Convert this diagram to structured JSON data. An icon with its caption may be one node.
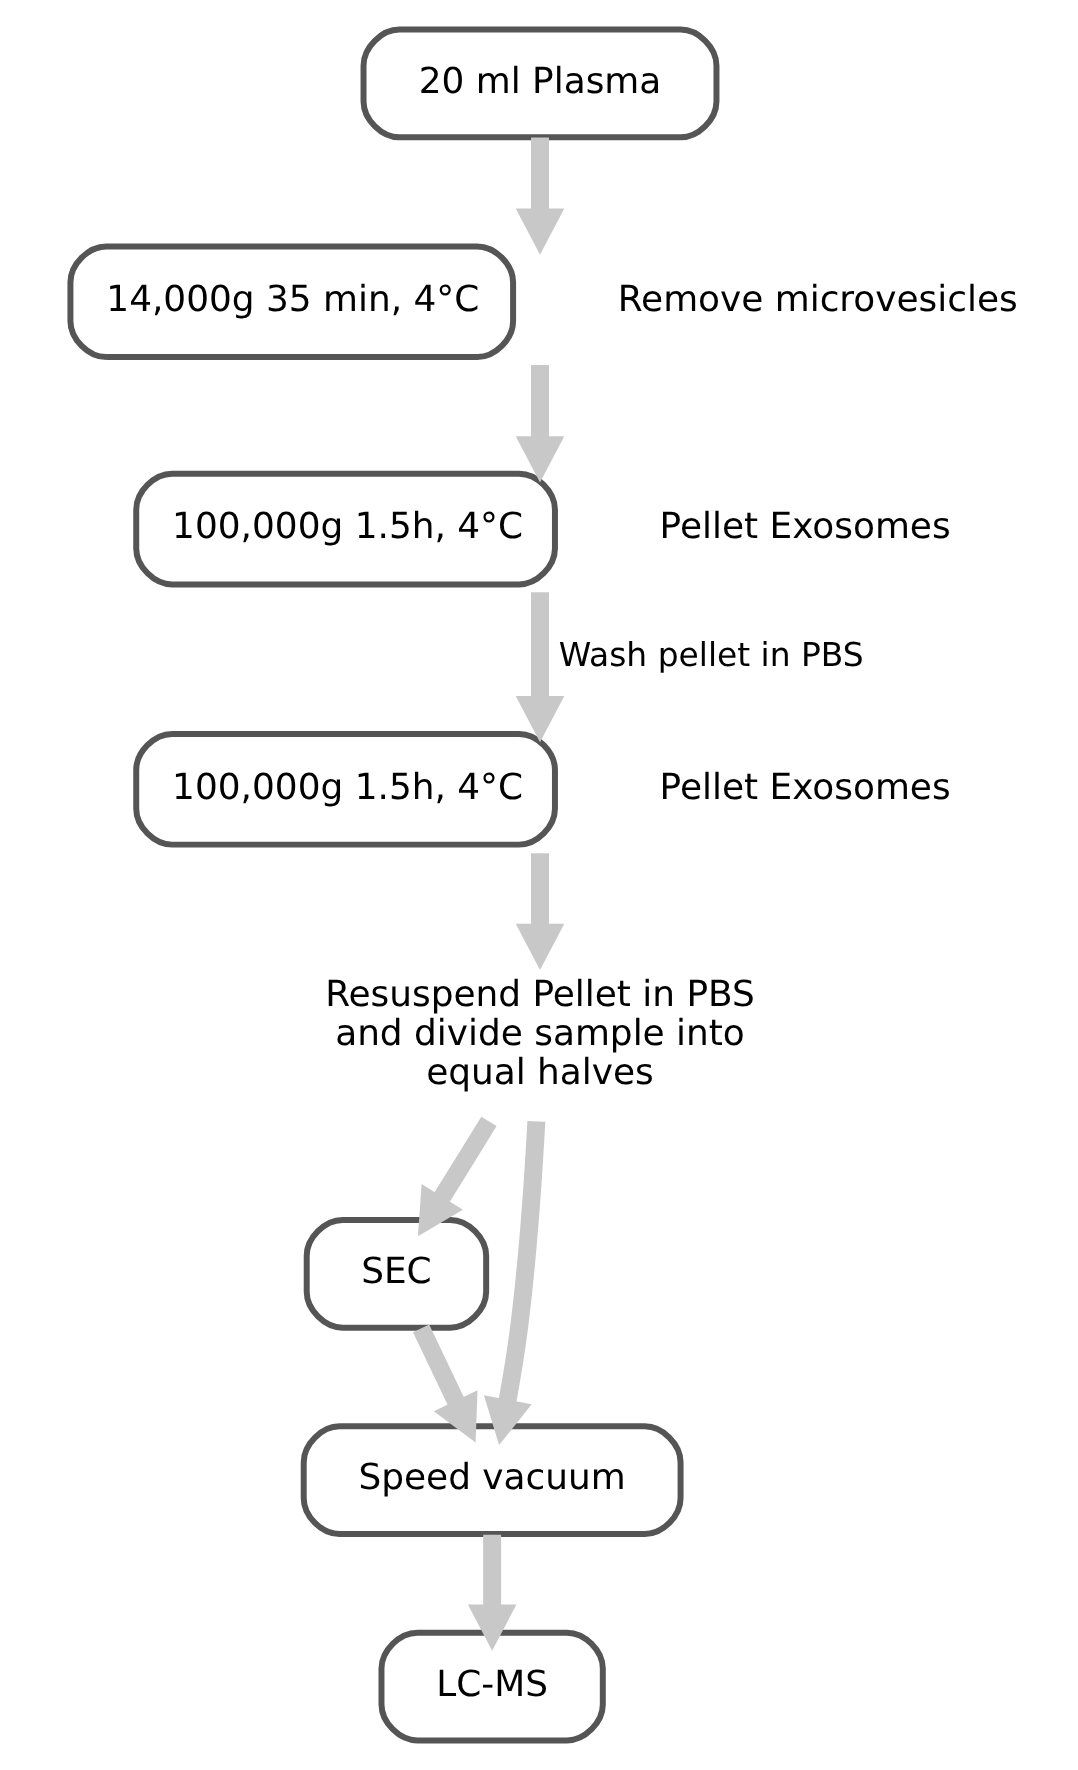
{
  "diagram": {
    "nodes": [
      {
        "text": [
          "20 ml Plasma"
        ]
      },
      {
        "text": [
          "14,000g 35 min, 4°C"
        ],
        "beside": [
          "Remove microvesicles"
        ]
      },
      {
        "text": [
          "100,000g 1.5h, 4°C"
        ],
        "beside": [
          "Pellet Exosomes"
        ]
      },
      {
        "text": [
          "100,000g 1.5h, 4°C"
        ],
        "beside": [
          "Pellet Exosomes"
        ]
      },
      {
        "text": [
          "Resuspend Pellet in PBS and divide sample into equal halves"
        ]
      },
      {
        "text": [
          "SEC"
        ]
      },
      {
        "text": [
          "Speed vacuum"
        ]
      },
      {
        "text": [
          "LC-MS"
        ]
      }
    ],
    "edges": [
      {
        "from": 0,
        "to": 1,
        "arrow": "to"
      },
      {
        "from": 1,
        "to": 2,
        "arrow": "to"
      },
      {
        "from": 2,
        "to": 3,
        "arrow": "to",
        "label": "Wash pellet in PBS"
      },
      {
        "from": 3,
        "to": 4,
        "arrow": "to"
      },
      {
        "from": 4,
        "to": 5,
        "arrow": "to"
      },
      {
        "from": 4,
        "to": 6,
        "arrow": "to"
      },
      {
        "from": 5,
        "to": 6,
        "arrow": "to"
      },
      {
        "from": 6,
        "to": 7,
        "arrow": "to"
      }
    ]
  }
}
